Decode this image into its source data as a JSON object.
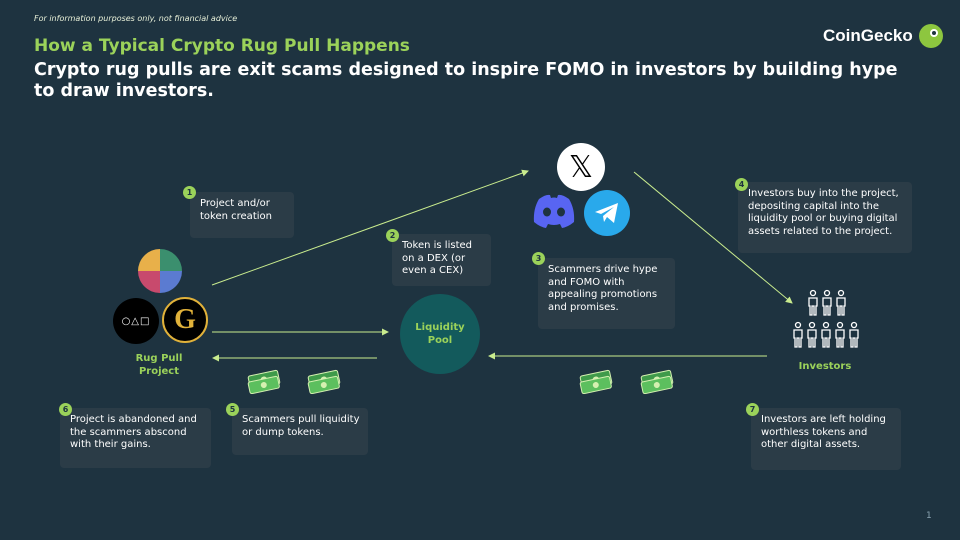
{
  "header": {
    "disclaimer": "For information purposes only, not financial advice",
    "title": "How a Typical Crypto Rug Pull Happens",
    "subtitle": "Crypto rug pulls are exit scams designed to inspire FOMO in investors by building hype to draw investors.",
    "brand": "CoinGecko"
  },
  "nodes": {
    "rug_pull_project": "Rug Pull\nProject",
    "liquidity_pool": "Liquidity\nPool",
    "investors": "Investors"
  },
  "steps": [
    {
      "num": "1",
      "text": "Project and/or token creation"
    },
    {
      "num": "2",
      "text": "Token is listed on a DEX (or even a CEX)"
    },
    {
      "num": "3",
      "text": "Scammers drive hype and FOMO with appealing promotions and promises."
    },
    {
      "num": "4",
      "text": "Investors buy into the project, depositing capital into the liquidity pool or buying digital assets related to the project."
    },
    {
      "num": "5",
      "text": "Scammers pull liquidity or dump tokens."
    },
    {
      "num": "6",
      "text": "Project is abandoned and the scammers abscond with their gains."
    },
    {
      "num": "7",
      "text": "Investors are left holding worthless tokens and other digital assets."
    }
  ],
  "icons": [
    "x-logo-icon",
    "discord-icon",
    "telegram-icon",
    "nft-art-icon",
    "squid-game-logo-icon",
    "gold-token-icon",
    "cash-icon",
    "people-icon"
  ],
  "colors": {
    "background": "#1e3340",
    "accent": "#9bd25a",
    "card": "#2b3c47",
    "pool": "#135a5c"
  },
  "page_number": "1"
}
